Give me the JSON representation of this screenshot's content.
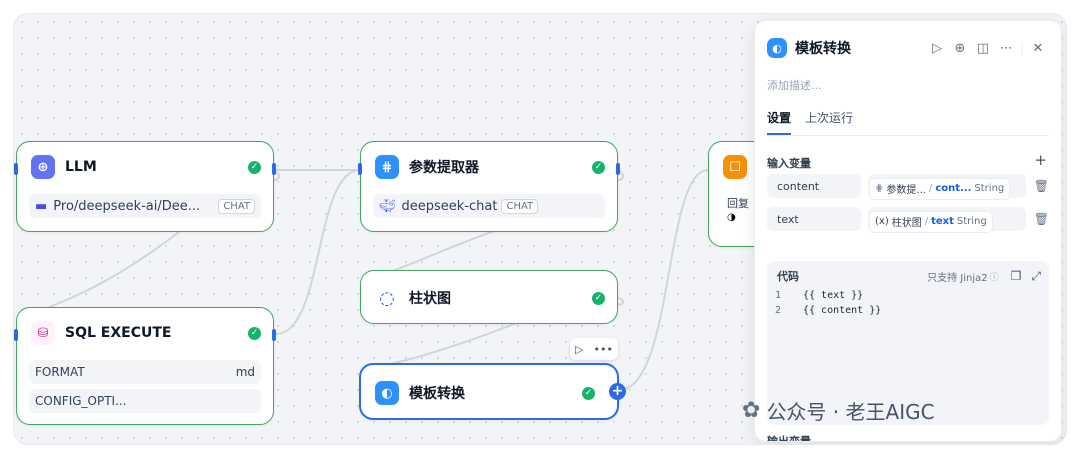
{
  "nodes": {
    "llm": {
      "title": "LLM",
      "model": "Pro/deepseek-ai/Dee...",
      "badge": "CHAT"
    },
    "param": {
      "title": "参数提取器",
      "model": "deepseek-chat",
      "badge": "CHAT"
    },
    "sql": {
      "title": "SQL EXECUTE",
      "rows": [
        {
          "key": "FORMAT",
          "value": "md"
        },
        {
          "key": "CONFIG_OPTI...",
          "value": ""
        }
      ]
    },
    "chart": {
      "title": "柱状图"
    },
    "template": {
      "title": "模板转换"
    },
    "answer": {
      "text": "回复"
    }
  },
  "panel": {
    "title": "模板转换",
    "description_placeholder": "添加描述...",
    "tabs": [
      {
        "label": "设置",
        "active": true
      },
      {
        "label": "上次运行",
        "active": false
      }
    ],
    "input_vars_label": "输入变量",
    "input_vars": [
      {
        "name": "content",
        "source": "参数提...",
        "sep": "/",
        "var": "cont...",
        "type": "String"
      },
      {
        "name": "text",
        "source": "柱状图",
        "sep": "/",
        "var": "text",
        "type": "String"
      }
    ],
    "code_label": "代码",
    "jinja_note": "只支持 Jinja2",
    "code_lines": [
      {
        "n": "1",
        "text": "{{ text }}"
      },
      {
        "n": "2",
        "text": "{{ content }}"
      }
    ],
    "output_label": "输出变量"
  },
  "watermark": {
    "text": "公众号 · 老王AIGC"
  },
  "colors": {
    "success": "#17b26a",
    "accent": "#2f6ae6",
    "node_border": "#3fa55f"
  }
}
